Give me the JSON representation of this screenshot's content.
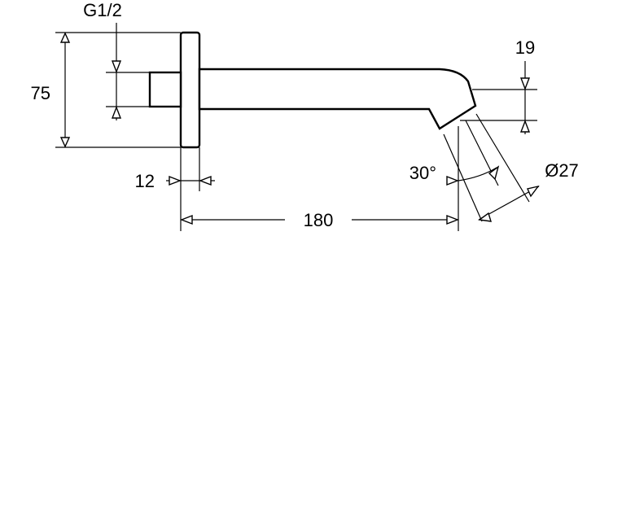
{
  "dimensions": {
    "thread": "G1/2",
    "height": "75",
    "outlet_diameter_small": "19",
    "angle": "30°",
    "outlet_diameter": "Ø27",
    "flange_depth": "12",
    "length": "180"
  }
}
